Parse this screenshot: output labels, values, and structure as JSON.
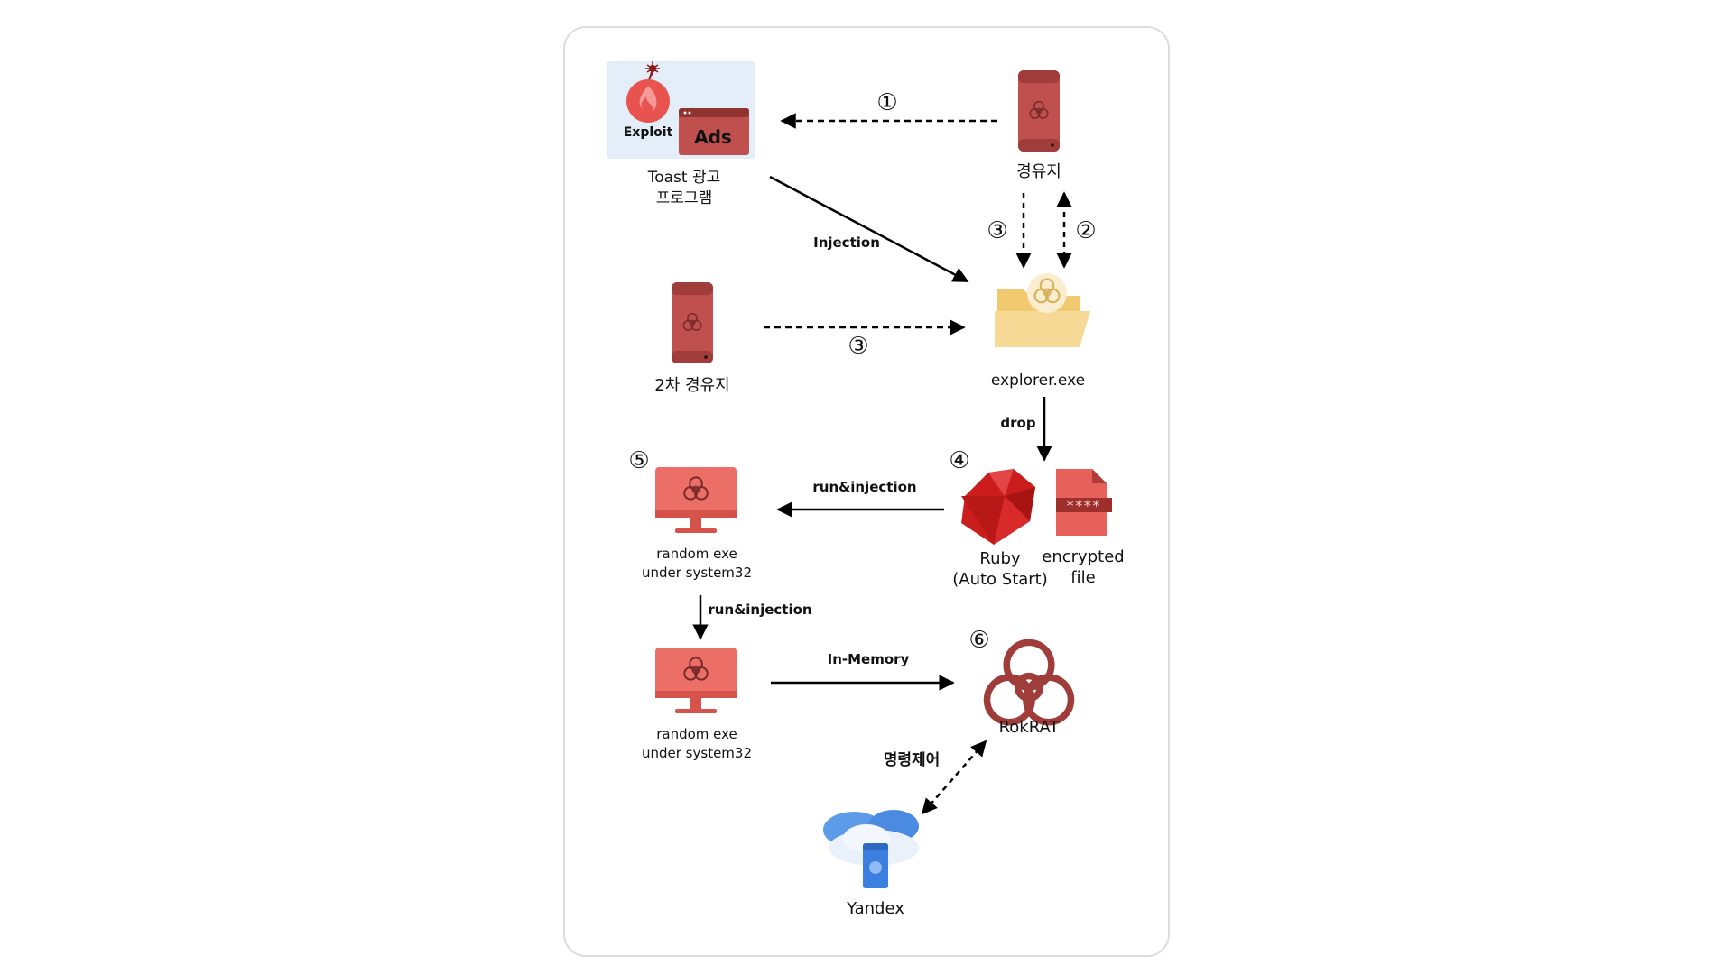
{
  "nodes": {
    "toast": {
      "badge_exploit": "Exploit",
      "badge_ads": "Ads",
      "label_line1": "Toast 광고",
      "label_line2": "프로그램"
    },
    "relay1": {
      "label": "경유지"
    },
    "relay2": {
      "label": "2차 경유지"
    },
    "explorer": {
      "label": "explorer.exe"
    },
    "ruby": {
      "label_line1": "Ruby",
      "label_line2": "(Auto Start)"
    },
    "encfile": {
      "label_line1": "encrypted",
      "label_line2": "file",
      "mask": "****"
    },
    "random1": {
      "label_line1": "random exe",
      "label_line2": "under system32"
    },
    "random2": {
      "label_line1": "random exe",
      "label_line2": "under system32"
    },
    "rokrat": {
      "label": "RokRAT"
    },
    "yandex": {
      "label": "Yandex"
    }
  },
  "edges": {
    "injection": "Injection",
    "drop": "drop",
    "run_injection_1": "run&injection",
    "run_injection_2": "run&injection",
    "in_memory": "In-Memory",
    "command_control": "명령제어"
  },
  "steps": {
    "s1": "①",
    "s2": "②",
    "s3a": "③",
    "s3b": "③",
    "s4": "④",
    "s5": "⑤",
    "s6": "⑥"
  },
  "colors": {
    "red": "#c0504d",
    "red_dark": "#a03c3a",
    "monitor": "#ec6f67",
    "folder": "#f4d48a",
    "cloud": "#4a90e2",
    "panel_bg": "#e3eef9",
    "exploit_text": "#d32f2f"
  }
}
